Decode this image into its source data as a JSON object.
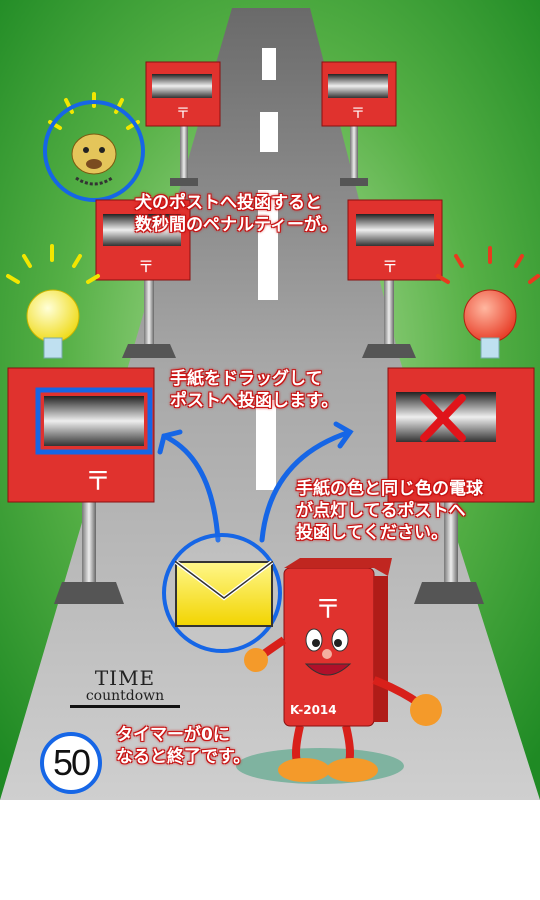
{
  "captions": {
    "dog_penalty": [
      "犬のポストへ投函すると",
      "数秒間のペナルティーが。"
    ],
    "drag_letter": [
      "手紙をドラッグして",
      "ポストへ投函します。"
    ],
    "match_color": [
      "手紙の色と同じ色の電球",
      "が点灯してるポストへ",
      "投函してください。"
    ],
    "timer_end": [
      "タイマーが0に",
      "なると終了です。"
    ]
  },
  "timer": {
    "title": "TIME",
    "subtitle": "countdown",
    "value": "50"
  },
  "mascot": {
    "badge": "K-2014"
  },
  "bulbs": {
    "left": {
      "state": "lit",
      "color": "#f7e94a"
    },
    "right": {
      "state": "lit",
      "color": "#f05a3a"
    }
  },
  "letter": {
    "color": "#f7e21a"
  },
  "colors": {
    "background": "#2e9a2e",
    "road": "#8a8a8a",
    "postbox": "#e0322e",
    "highlight_ring": "#1666e6",
    "wrong_mark": "#e0141a",
    "caption_outline": "#d01818"
  }
}
